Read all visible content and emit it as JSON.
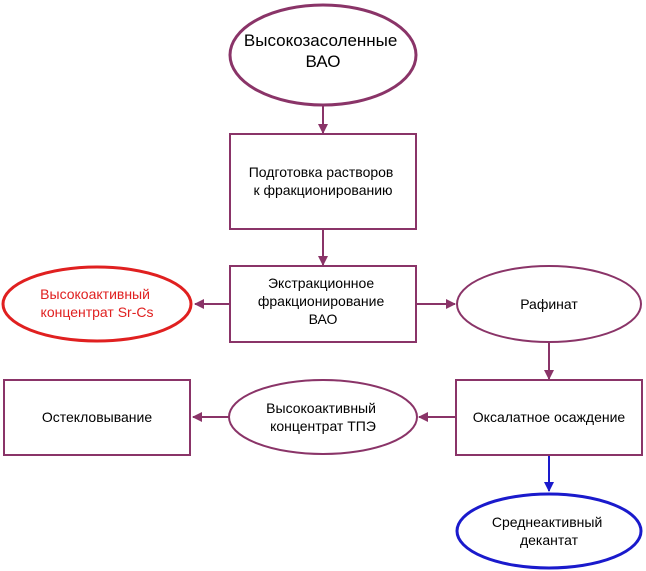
{
  "colors": {
    "primary": "#8a3468",
    "red": "#e02020",
    "blue": "#1a1acc",
    "text": "#000000"
  },
  "nodes": {
    "source": [
      "Высокозасоленные",
      "ВАО"
    ],
    "prep": [
      "Подготовка растворов",
      "к фракционированию"
    ],
    "extraction": [
      "Экстракционное",
      "фракционирование",
      "ВАО"
    ],
    "sr_cs": [
      "Высокоактивный",
      "концентрат Sr-Cs"
    ],
    "raffinate": [
      "Рафинат"
    ],
    "oxalate": [
      "Оксалатное осаждение"
    ],
    "tpe": [
      "Высокоактивный",
      "концентрат ТПЭ"
    ],
    "vitrification": [
      "Остекловывание"
    ],
    "decantate": [
      "Среднеактивный",
      "декантат"
    ]
  }
}
